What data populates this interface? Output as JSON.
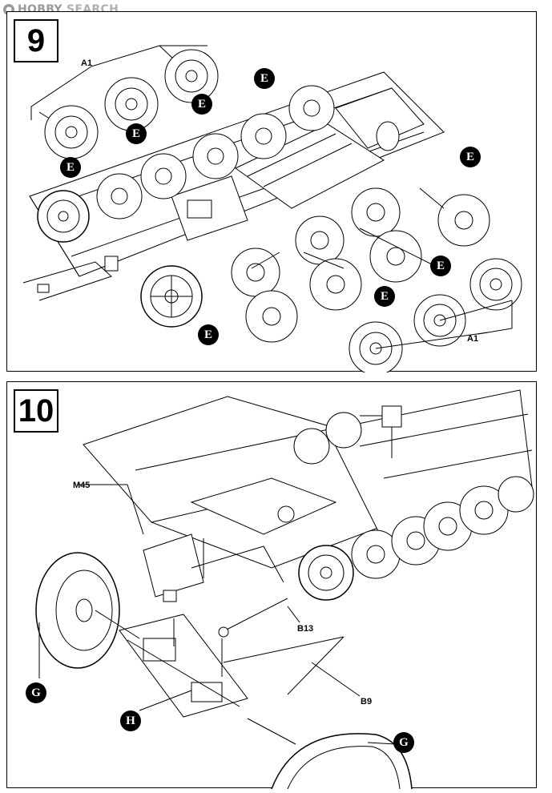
{
  "watermark": {
    "brand": "HOBBY",
    "suffix": "SEARCH"
  },
  "steps": [
    {
      "number": "9",
      "labels": {
        "a1_top": "A1",
        "a1_bottom": "A1"
      },
      "badges": [
        "E",
        "E",
        "E",
        "E",
        "E",
        "E",
        "E",
        "E"
      ]
    },
    {
      "number": "10",
      "labels": {
        "m45": "M45",
        "b13": "B13",
        "b9": "B9"
      },
      "badges": {
        "g_left": "G",
        "h": "H",
        "g_right": "G"
      }
    }
  ]
}
